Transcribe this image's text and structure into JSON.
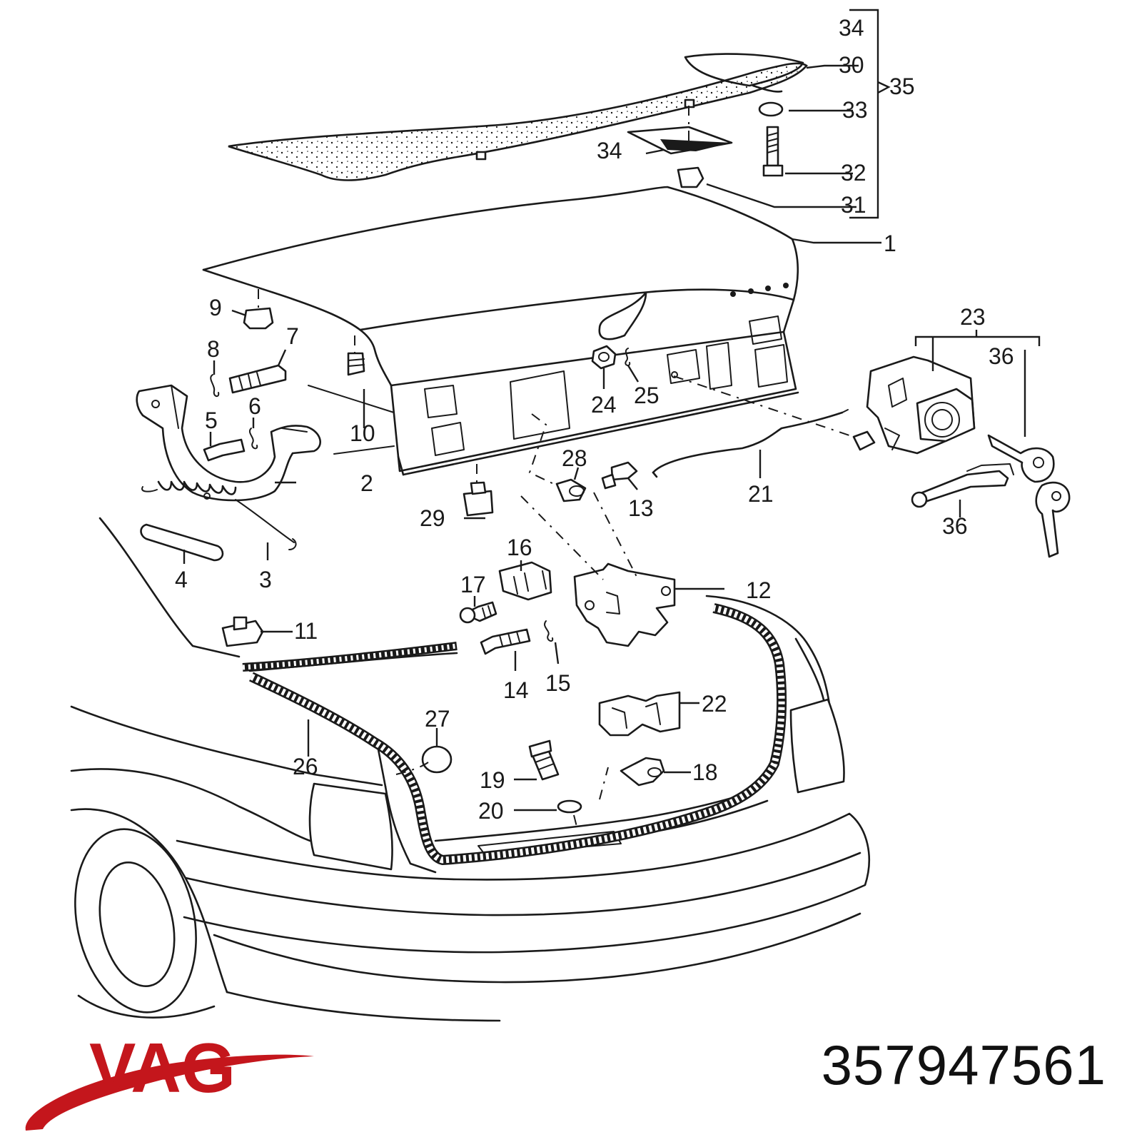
{
  "brand": {
    "name": "VAG",
    "color": "#c4161c"
  },
  "part_number": "357947561",
  "callouts": [
    "1",
    "2",
    "3",
    "4",
    "5",
    "6",
    "7",
    "8",
    "9",
    "10",
    "11",
    "12",
    "13",
    "14",
    "15",
    "16",
    "17",
    "18",
    "19",
    "20",
    "21",
    "22",
    "23",
    "24",
    "25",
    "26",
    "27",
    "28",
    "29",
    "30",
    "31",
    "32",
    "33",
    "34",
    "34",
    "35",
    "36",
    "36"
  ]
}
